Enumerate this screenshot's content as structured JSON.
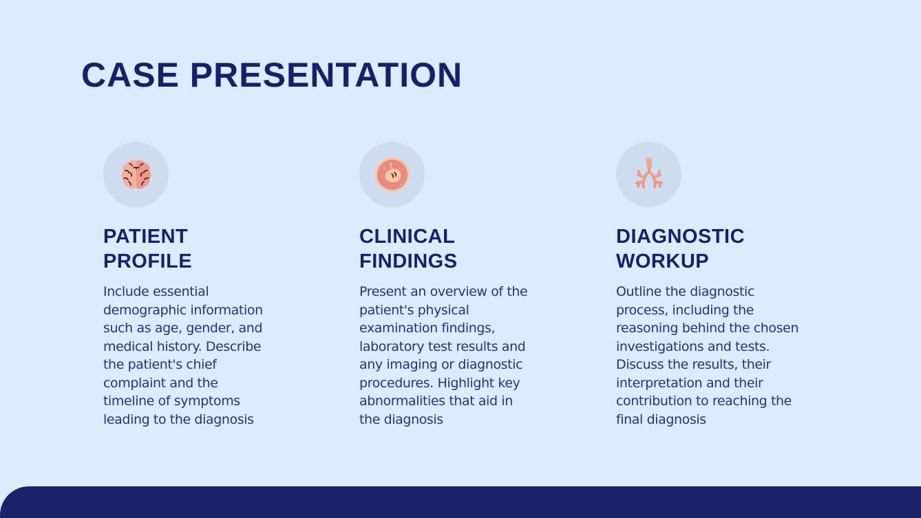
{
  "slide": {
    "title": "CASE PRESENTATION",
    "colors": {
      "background": "#dcebfd",
      "heading": "#17206a",
      "body_text": "#2a3170",
      "icon_circle": "#cfdcf0",
      "footer_bar": "#1c2268",
      "icon_accent": "#f09a8a"
    }
  },
  "columns": [
    {
      "icon": "brain-icon",
      "heading": "PATIENT\nPROFILE",
      "body": "Include essential\ndemographic information\nsuch as age, gender, and\nmedical history. Describe\nthe patient's chief\ncomplaint and the\ntimeline of symptoms\nleading to the diagnosis"
    },
    {
      "icon": "cell-embryo-icon",
      "heading": "CLINICAL\nFINDINGS",
      "body": "Present an overview of the\npatient's physical\nexamination findings,\nlaboratory test results and\nany imaging or diagnostic\nprocedures. Highlight key\nabnormalities that aid in\nthe diagnosis"
    },
    {
      "icon": "bronchi-icon",
      "heading": "DIAGNOSTIC\nWORKUP",
      "body": "Outline the diagnostic\nprocess, including the\nreasoning behind the chosen\ninvestigations and tests.\nDiscuss the results, their\ninterpretation and their\ncontribution to reaching the\nfinal diagnosis"
    }
  ]
}
